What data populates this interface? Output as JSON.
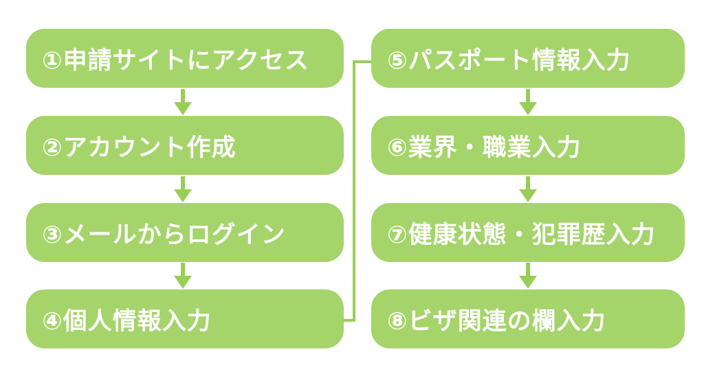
{
  "diagram": {
    "type": "flowchart",
    "description": "8-step application flow in two columns of green rounded boxes connected by downward arrows; an elbow connector links step 4 to step 5"
  },
  "steps": [
    {
      "label": "①申請サイトにアクセス"
    },
    {
      "label": "②アカウント作成"
    },
    {
      "label": "③メールからログイン"
    },
    {
      "label": "④個人情報入力"
    },
    {
      "label": "⑤パスポート情報入力"
    },
    {
      "label": "⑥業界・職業入力"
    },
    {
      "label": "⑦健康状態・犯罪歴入力"
    },
    {
      "label": "⑧ビザ関連の欄入力"
    }
  ],
  "colors": {
    "box_green": "#a5d46b",
    "arrow_green": "#98ce55",
    "text_color": "#ffffff",
    "background": "#ffffff"
  }
}
